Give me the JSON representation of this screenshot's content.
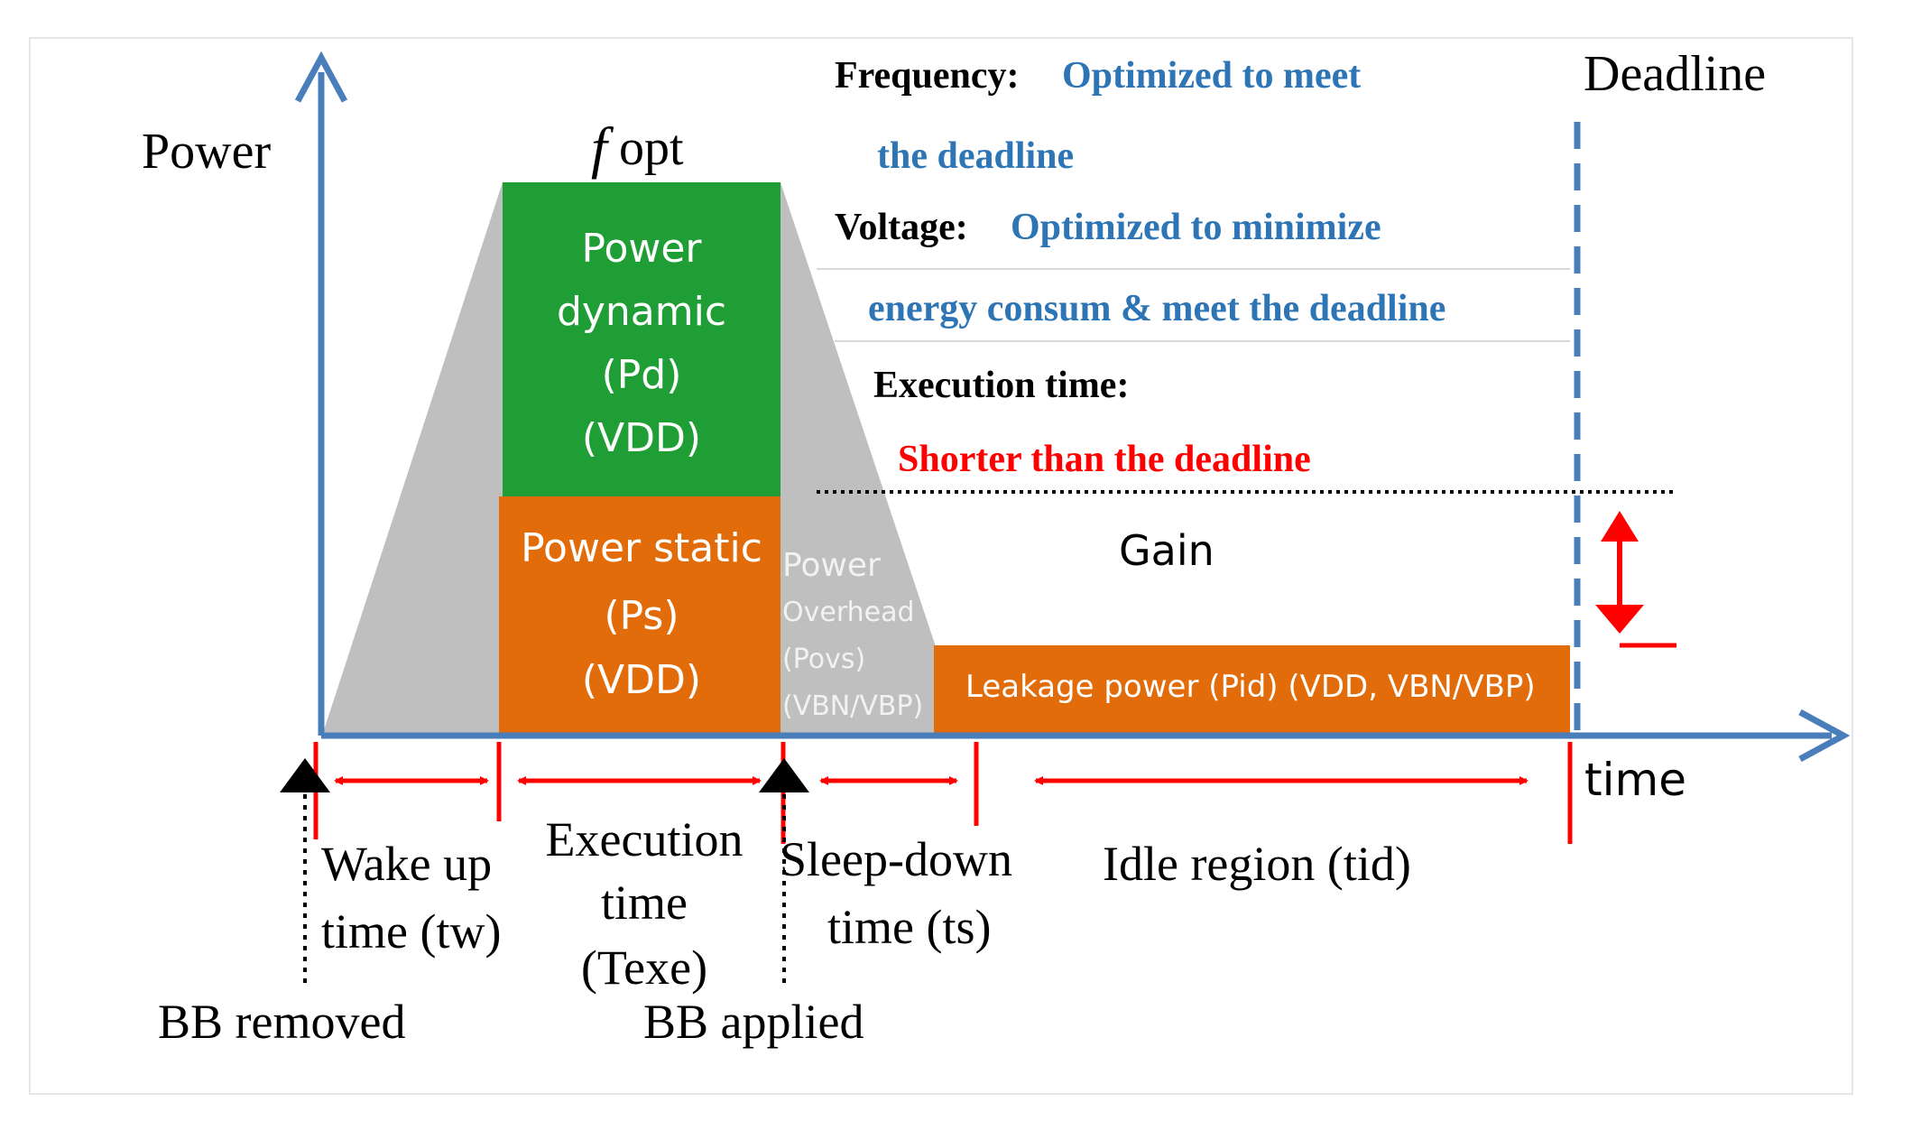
{
  "labels": {
    "y_axis": "Power",
    "x_axis": "time",
    "fopt_f": "f",
    "fopt_rest": "opt",
    "deadline": "Deadline"
  },
  "notes": {
    "frequency_key": "Frequency:",
    "frequency_val": "Optimized to meet",
    "frequency_val2": "the deadline",
    "voltage_key": "Voltage:",
    "voltage_val": "Optimized to minimize",
    "voltage_val2": "energy consum & meet the deadline",
    "exec_key": "Execution time:",
    "exec_val": "Shorter than the deadline"
  },
  "blocks": {
    "dynamic": [
      "Power",
      "dynamic",
      "(Pd)",
      "(VDD)"
    ],
    "static": [
      "Power static",
      "(Ps)",
      "(VDD)"
    ],
    "overhead": [
      "Power",
      "Overhead",
      "(Povs)",
      "(VBN/VBP)"
    ],
    "leakage": "Leakage power (Pid) (VDD, VBN/VBP)",
    "gain": "Gain"
  },
  "intervals": {
    "wake1": "Wake up",
    "wake2": "time (tw)",
    "exec1": "Execution",
    "exec2": "time",
    "exec3": "(Texe)",
    "sleep1": "Sleep-down",
    "sleep2": "time (ts)",
    "idle": "Idle region (tid)"
  },
  "events": {
    "bb_removed": "BB removed",
    "bb_applied": "BB applied"
  },
  "colors": {
    "axis": "#4a7ebb",
    "gray": "#bfbfbf",
    "green": "#1f9e35",
    "orange": "#e36c0a",
    "red": "#ff0000",
    "blue_text": "#2e75b6",
    "overhead_text": "#f2f2f2"
  }
}
